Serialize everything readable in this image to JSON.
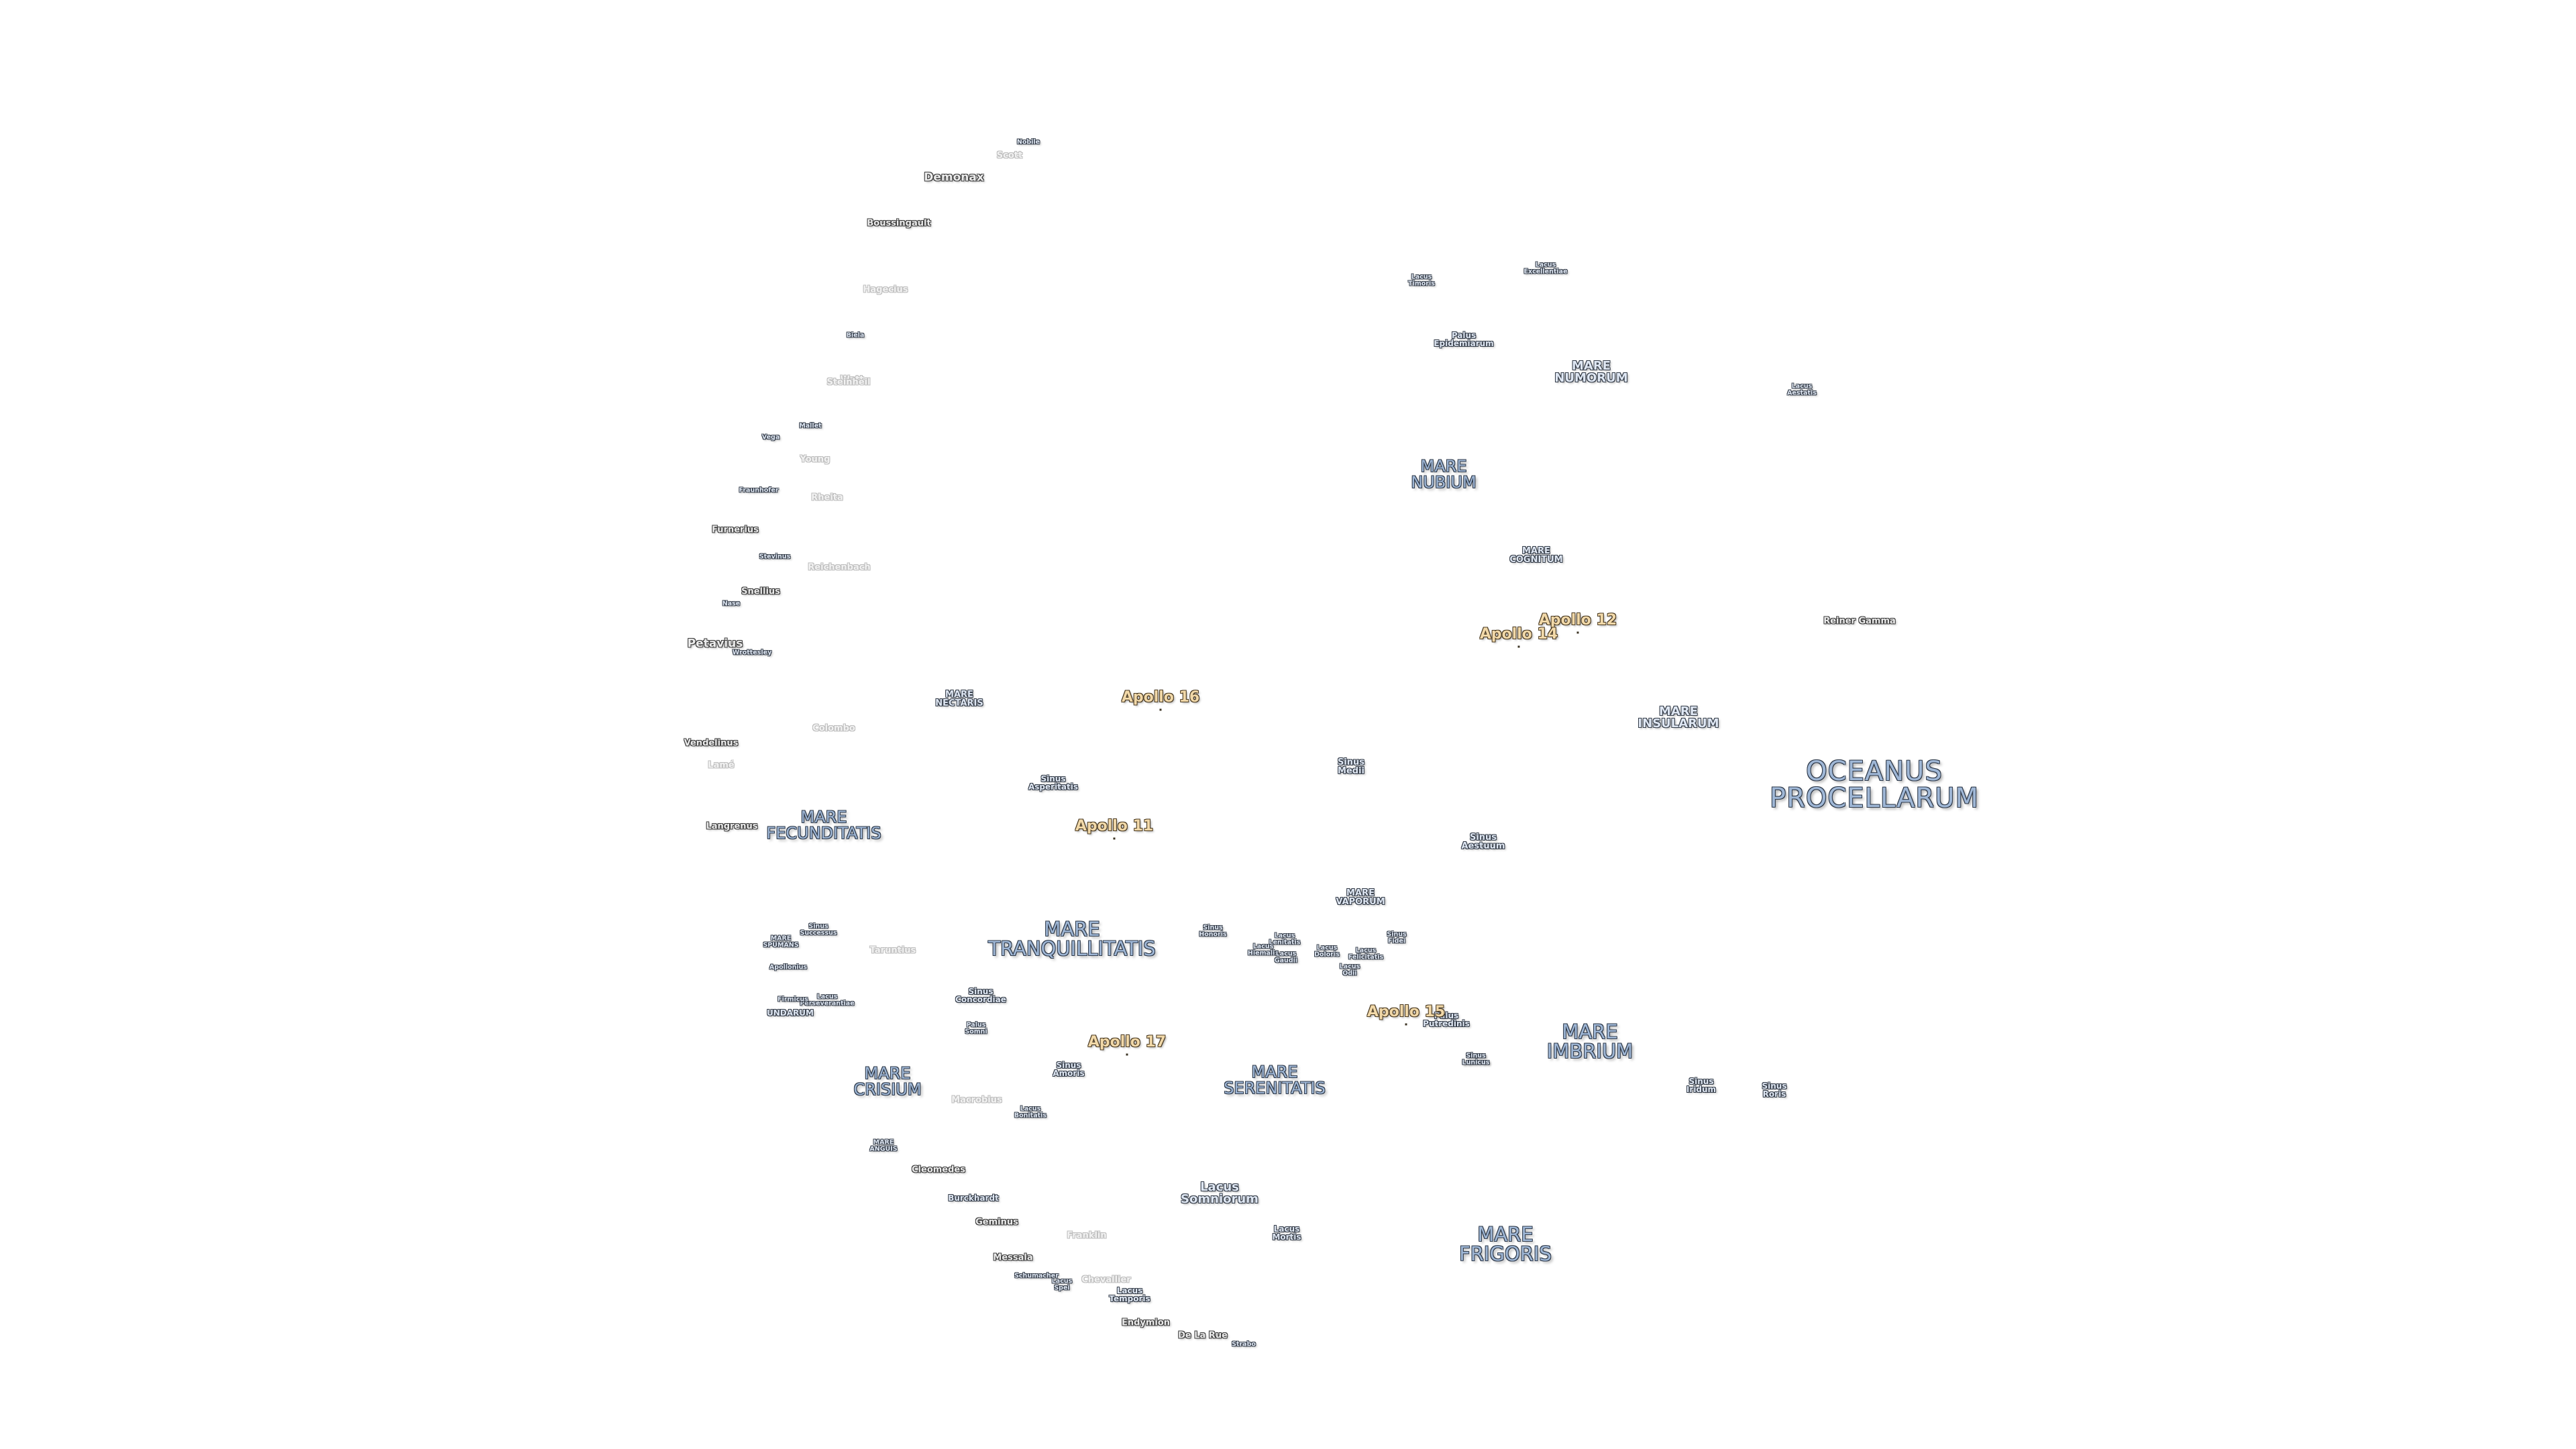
{
  "map": {
    "labels": [
      {
        "text": "OCEANUS\nPROCELLARUM",
        "style": "ocean"
      },
      {
        "text": "MARE\nFRIGORIS",
        "style": "mare-xl"
      },
      {
        "text": "MARE\nIMBRIUM",
        "style": "mare-xl"
      },
      {
        "text": "MARE\nTRANQUILLITATIS",
        "style": "mare-xl"
      },
      {
        "text": "MARE\nSERENITATIS",
        "style": "mare-l"
      },
      {
        "text": "MARE\nFECUNDITATIS",
        "style": "mare-l"
      },
      {
        "text": "MARE\nCRISIUM",
        "style": "mare-l"
      },
      {
        "text": "MARE\nNUBIUM",
        "style": "mare-l"
      },
      {
        "text": "MARE\nINSULARUM",
        "style": "mare-m"
      },
      {
        "text": "MARE\nNUMORUM",
        "style": "mare-m"
      },
      {
        "text": "MARE\nCOGNITUM",
        "style": "mare-s"
      },
      {
        "text": "MARE\nNECTARIS",
        "style": "mare-s"
      },
      {
        "text": "MARE\nVAPORUM",
        "style": "mare-s"
      },
      {
        "text": "MARE\nSPUMANS",
        "style": "feature-tiny"
      },
      {
        "text": "MARE\nANGUIS",
        "style": "feature-tiny"
      },
      {
        "text": "UNDARUM",
        "style": "feature"
      },
      {
        "text": "Sinus\nAestuum",
        "style": "mare-s"
      },
      {
        "text": "Sinus\nMedii",
        "style": "mare-s"
      },
      {
        "text": "Sinus\nAsperitatis",
        "style": "feature"
      },
      {
        "text": "Sinus\nIridum",
        "style": "feature"
      },
      {
        "text": "Sinus\nRoris",
        "style": "feature"
      },
      {
        "text": "Sinus\nConcordiae",
        "style": "feature"
      },
      {
        "text": "Sinus\nAmoris",
        "style": "feature"
      },
      {
        "text": "Sinus\nLunicus",
        "style": "feature-tiny"
      },
      {
        "text": "Sinus\nHonoris",
        "style": "feature-tiny"
      },
      {
        "text": "Sinus\nFidei",
        "style": "feature-tiny"
      },
      {
        "text": "Sinus\nSuccessus",
        "style": "feature-tiny"
      },
      {
        "text": "Sinus\nLunicus",
        "style": "feature-tiny"
      },
      {
        "text": "Lacus\nSomniorum",
        "style": "mare-m"
      },
      {
        "text": "Lacus\nMortis",
        "style": "feature"
      },
      {
        "text": "Lacus\nTemporis",
        "style": "feature"
      },
      {
        "text": "Lacus\nBonitatis",
        "style": "feature-tiny"
      },
      {
        "text": "Lacus\nTimoris",
        "style": "feature-tiny"
      },
      {
        "text": "Lacus\nExcellentiae",
        "style": "feature-tiny"
      },
      {
        "text": "Lacus\nAestatis",
        "style": "feature-tiny"
      },
      {
        "text": "Lacus\nSpei",
        "style": "feature-tiny"
      },
      {
        "text": "Lacus\nPerseverantiae",
        "style": "feature-tiny"
      },
      {
        "text": "Lacus\nLenitatis",
        "style": "feature-tiny"
      },
      {
        "text": "Lacus\nHiemalis",
        "style": "feature-tiny"
      },
      {
        "text": "Lacus\nDoloris",
        "style": "feature-tiny"
      },
      {
        "text": "Lacus\nGaudii",
        "style": "feature-tiny"
      },
      {
        "text": "Lacus\nOdii",
        "style": "feature-tiny"
      },
      {
        "text": "Lacus\nFelicitatis",
        "style": "feature-tiny"
      },
      {
        "text": "Palus\nEpidemiarum",
        "style": "feature"
      },
      {
        "text": "Palus\nPutredinis",
        "style": "feature"
      },
      {
        "text": "Palus\nSomni",
        "style": "feature-tiny"
      },
      {
        "text": "Reiner Gamma",
        "style": "crater-s"
      },
      {
        "text": "Demonax",
        "style": "crater"
      },
      {
        "text": "Boussingault",
        "style": "crater-s"
      },
      {
        "text": "Furnerius",
        "style": "crater-s"
      },
      {
        "text": "Petavius",
        "style": "crater"
      },
      {
        "text": "Vendelinus",
        "style": "crater-s"
      },
      {
        "text": "Langrenus",
        "style": "crater-s"
      },
      {
        "text": "Snellius",
        "style": "crater-s"
      },
      {
        "text": "Nase",
        "style": "feature-tiny"
      },
      {
        "text": "Stevinus",
        "style": "feature-tiny"
      },
      {
        "text": "Wrottesley",
        "style": "feature-tiny"
      },
      {
        "text": "Fraunhofer",
        "style": "feature-tiny"
      },
      {
        "text": "Vega",
        "style": "feature-tiny"
      },
      {
        "text": "Mallet",
        "style": "feature-tiny"
      },
      {
        "text": "Biela",
        "style": "feature-tiny"
      },
      {
        "text": "Nobile",
        "style": "feature-tiny"
      },
      {
        "text": "Apollonius",
        "style": "feature-tiny"
      },
      {
        "text": "Firmicus",
        "style": "feature-tiny"
      },
      {
        "text": "Cleomedes",
        "style": "crater-s"
      },
      {
        "text": "Burckhardt",
        "style": "feature"
      },
      {
        "text": "Geminus",
        "style": "crater-s"
      },
      {
        "text": "Messala",
        "style": "crater-s"
      },
      {
        "text": "Schumacher",
        "style": "feature-tiny"
      },
      {
        "text": "Endymion",
        "style": "crater-s"
      },
      {
        "text": "De La Rue",
        "style": "crater-s"
      },
      {
        "text": "Strabo",
        "style": "feature-tiny"
      },
      {
        "text": "Scott",
        "style": "crater-faint"
      },
      {
        "text": "Hagecius",
        "style": "crater-faint"
      },
      {
        "text": "Watt",
        "style": "crater-faint"
      },
      {
        "text": "Steinheil",
        "style": "crater-faint"
      },
      {
        "text": "Young",
        "style": "crater-faint"
      },
      {
        "text": "Rheita",
        "style": "crater-faint"
      },
      {
        "text": "Reichenbach",
        "style": "crater-faint"
      },
      {
        "text": "Colombo",
        "style": "crater-faint"
      },
      {
        "text": "Lamé",
        "style": "crater-faint"
      },
      {
        "text": "Taruntius",
        "style": "crater-faint"
      },
      {
        "text": "Macrobius",
        "style": "crater-faint"
      },
      {
        "text": "Franklin",
        "style": "crater-faint"
      },
      {
        "text": "Chevallier",
        "style": "crater-faint"
      },
      {
        "text": "Apollo 12",
        "style": "apollo"
      },
      {
        "text": "Apollo 14",
        "style": "apollo"
      },
      {
        "text": "Apollo 16",
        "style": "apollo"
      },
      {
        "text": "Apollo 11",
        "style": "apollo"
      },
      {
        "text": "Apollo 17",
        "style": "apollo"
      },
      {
        "text": "Apollo 15",
        "style": "apollo"
      }
    ]
  }
}
